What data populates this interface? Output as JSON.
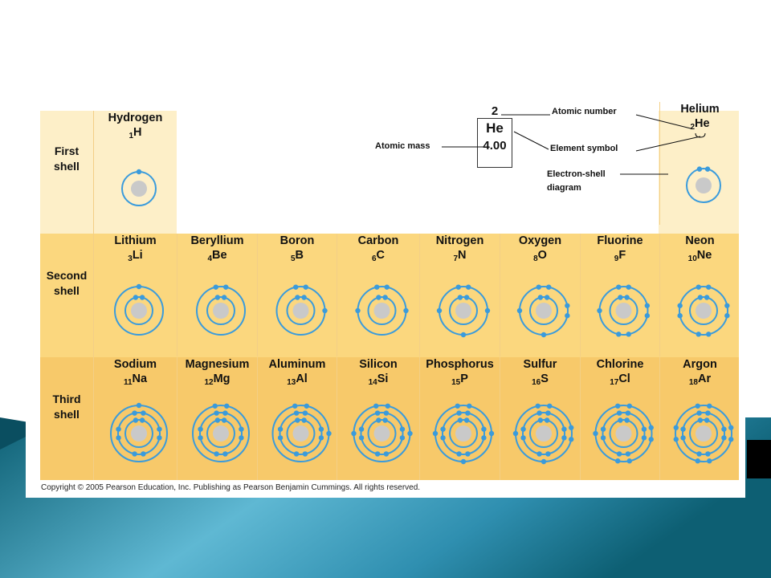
{
  "shells": [
    {
      "label_line1": "First",
      "label_line2": "shell"
    },
    {
      "label_line1": "Second",
      "label_line2": "shell"
    },
    {
      "label_line1": "Third",
      "label_line2": "shell"
    }
  ],
  "elements": [
    {
      "name": "Hydrogen",
      "z": "1",
      "symbol": "H",
      "shell": 1,
      "col": 0,
      "electrons": [
        1
      ]
    },
    {
      "name": "Helium",
      "z": "2",
      "symbol": "He",
      "shell": 1,
      "col": 7,
      "electrons": [
        2
      ]
    },
    {
      "name": "Lithium",
      "z": "3",
      "symbol": "Li",
      "shell": 2,
      "col": 0,
      "electrons": [
        2,
        1
      ]
    },
    {
      "name": "Beryllium",
      "z": "4",
      "symbol": "Be",
      "shell": 2,
      "col": 1,
      "electrons": [
        2,
        2
      ]
    },
    {
      "name": "Boron",
      "z": "5",
      "symbol": "B",
      "shell": 2,
      "col": 2,
      "electrons": [
        2,
        3
      ]
    },
    {
      "name": "Carbon",
      "z": "6",
      "symbol": "C",
      "shell": 2,
      "col": 3,
      "electrons": [
        2,
        4
      ]
    },
    {
      "name": "Nitrogen",
      "z": "7",
      "symbol": "N",
      "shell": 2,
      "col": 4,
      "electrons": [
        2,
        5
      ]
    },
    {
      "name": "Oxygen",
      "z": "8",
      "symbol": "O",
      "shell": 2,
      "col": 5,
      "electrons": [
        2,
        6
      ]
    },
    {
      "name": "Fluorine",
      "z": "9",
      "symbol": "F",
      "shell": 2,
      "col": 6,
      "electrons": [
        2,
        7
      ]
    },
    {
      "name": "Neon",
      "z": "10",
      "symbol": "Ne",
      "shell": 2,
      "col": 7,
      "electrons": [
        2,
        8
      ]
    },
    {
      "name": "Sodium",
      "z": "11",
      "symbol": "Na",
      "shell": 3,
      "col": 0,
      "electrons": [
        2,
        8,
        1
      ]
    },
    {
      "name": "Magnesium",
      "z": "12",
      "symbol": "Mg",
      "shell": 3,
      "col": 1,
      "electrons": [
        2,
        8,
        2
      ]
    },
    {
      "name": "Aluminum",
      "z": "13",
      "symbol": "Al",
      "shell": 3,
      "col": 2,
      "electrons": [
        2,
        8,
        3
      ]
    },
    {
      "name": "Silicon",
      "z": "14",
      "symbol": "Si",
      "shell": 3,
      "col": 3,
      "electrons": [
        2,
        8,
        4
      ]
    },
    {
      "name": "Phosphorus",
      "z": "15",
      "symbol": "P",
      "shell": 3,
      "col": 4,
      "electrons": [
        2,
        8,
        5
      ]
    },
    {
      "name": "Sulfur",
      "z": "16",
      "symbol": "S",
      "shell": 3,
      "col": 5,
      "electrons": [
        2,
        8,
        6
      ]
    },
    {
      "name": "Chlorine",
      "z": "17",
      "symbol": "Cl",
      "shell": 3,
      "col": 6,
      "electrons": [
        2,
        8,
        7
      ]
    },
    {
      "name": "Argon",
      "z": "18",
      "symbol": "Ar",
      "shell": 3,
      "col": 7,
      "electrons": [
        2,
        8,
        8
      ]
    }
  ],
  "key": {
    "atomic_number": "2",
    "symbol": "He",
    "atomic_mass": "4.00",
    "label_atomic_number": "Atomic number",
    "label_atomic_mass": "Atomic mass",
    "label_element_symbol": "Element symbol",
    "label_shell_diagram_line1": "Electron-shell",
    "label_shell_diagram_line2": "diagram"
  },
  "copyright": "Copyright © 2005 Pearson Education, Inc. Publishing as Pearson Benjamin Cummings. All rights reserved.",
  "colors": {
    "shell1_bg": "#fdefc8",
    "shell2_bg": "#fbd77e",
    "shell3_bg": "#f7c96a",
    "orbit": "#3a9bdc",
    "electron": "#3a9bdc",
    "nucleus": "#c9c9c9",
    "teal_dark": "#0d5f73",
    "teal_light": "#5fb8d3"
  }
}
